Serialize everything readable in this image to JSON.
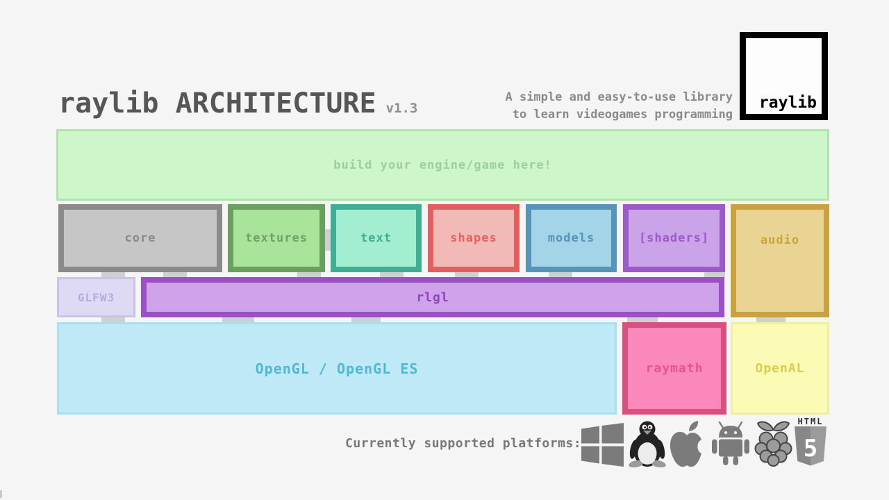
{
  "header": {
    "title": "raylib ARCHITECTURE",
    "version": "v1.3",
    "tagline_line1": "A simple and easy-to-use library",
    "tagline_line2": "to learn videogames programming",
    "logo_text": "raylib"
  },
  "diagram": {
    "engine_box": {
      "label": "build your engine/game here!"
    },
    "modules": {
      "core": {
        "label": "core",
        "fill": "#c6c6c6",
        "border": "#8a8a8a"
      },
      "textures": {
        "label": "textures",
        "fill": "#a9e49b",
        "border": "#6b9f60"
      },
      "text": {
        "label": "text",
        "fill": "#a3edd1",
        "border": "#3fae93"
      },
      "shapes": {
        "label": "shapes",
        "fill": "#f2bab7",
        "border": "#e05f5f"
      },
      "models": {
        "label": "models",
        "fill": "#a4d4e8",
        "border": "#5694b8"
      },
      "shaders": {
        "label": "[shaders]",
        "fill": "#cba3e9",
        "border": "#9d59c9"
      },
      "audio": {
        "label": "audio",
        "fill": "#e9d494",
        "border": "#c9a23f"
      }
    },
    "middle": {
      "glfw3": {
        "label": "GLFW3",
        "fill": "#dedaf4",
        "border": "#c8c3ec"
      },
      "rlgl": {
        "label": "rlgl",
        "fill": "#cfa3e9",
        "border": "#9b50c6"
      }
    },
    "backends": {
      "opengl": {
        "label": "OpenGL / OpenGL ES",
        "fill": "#bfe9f6",
        "border": "#abdeee"
      },
      "raymath": {
        "label": "raymath",
        "fill": "#fb88bb",
        "border": "#d85080"
      },
      "openal": {
        "label": "OpenAL",
        "fill": "#fbfbb5",
        "border": "#efefa0"
      }
    }
  },
  "platforms": {
    "label": "Currently supported platforms:",
    "names": [
      "windows",
      "linux",
      "apple",
      "android",
      "raspberry-pi",
      "html5"
    ],
    "html5_word": "HTML",
    "html5_number": "5"
  },
  "colors": {
    "background": "#f5f5f5",
    "title_text": "#565656",
    "muted_text": "#8a8a8a",
    "connector": "#d0d0d0",
    "engine_fill": "#cdf6ca",
    "engine_border": "#b2e3ae",
    "platform_icon": "#7b7b7b"
  }
}
